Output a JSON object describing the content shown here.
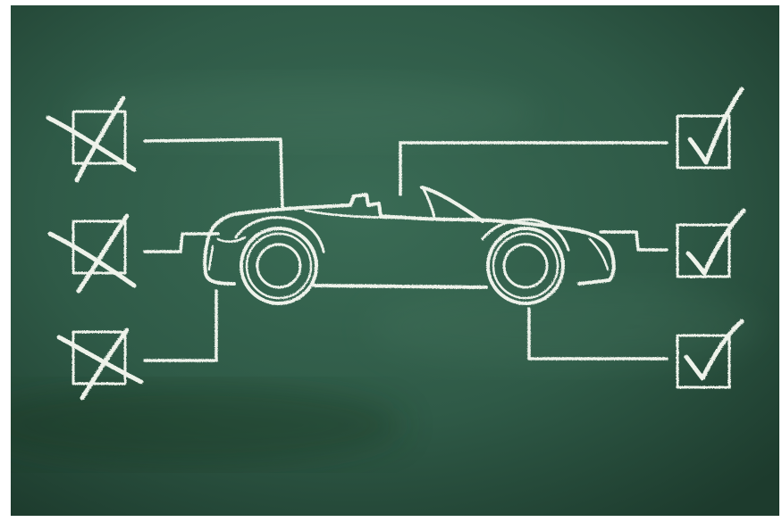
{
  "scene": {
    "colors": {
      "board": "#2f5a47",
      "board_dark": "#1d3b2d",
      "chalk": "#eef2ea",
      "frame": "#ffffff"
    },
    "left_boxes": [
      {
        "mark": "cross",
        "icon": "x-mark-icon"
      },
      {
        "mark": "cross",
        "icon": "x-mark-icon"
      },
      {
        "mark": "cross",
        "icon": "x-mark-icon"
      }
    ],
    "right_boxes": [
      {
        "mark": "check",
        "icon": "check-mark-icon"
      },
      {
        "mark": "check",
        "icon": "check-mark-icon"
      },
      {
        "mark": "check",
        "icon": "check-mark-icon"
      }
    ],
    "subject_icon": "convertible-car-icon"
  }
}
